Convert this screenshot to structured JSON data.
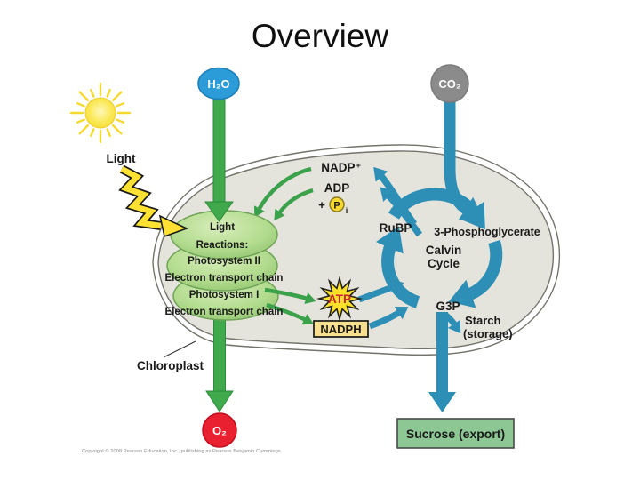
{
  "slide": {
    "title": "Overview",
    "copyright": "Copyright © 2008 Pearson Education, Inc., publishing as Pearson Benjamin Cummings."
  },
  "labels": {
    "light": "Light",
    "h2o": "H₂O",
    "co2": "CO₂",
    "o2": "O₂",
    "chloroplast": "Chloroplast",
    "nadp": "NADP⁺",
    "adp": "ADP",
    "plus": "+",
    "phosphate": "P",
    "phosphate_sub": "i",
    "atp": "ATP",
    "nadph": "NADPH",
    "rubp": "RuBP",
    "phosphoglycerate": "3-Phosphoglycerate",
    "calvin_line1": "Calvin",
    "calvin_line2": "Cycle",
    "g3p": "G3P",
    "starch_line1": "Starch",
    "starch_line2": "(storage)",
    "sucrose": "Sucrose (export)"
  },
  "light_reactions": {
    "line1": "Light",
    "line2": "Reactions:",
    "line3": "Photosystem II",
    "line4": "Electron transport chain",
    "line5": "Photosystem I",
    "line6": "Electron transport chain"
  },
  "colors": {
    "green_arrow": "#3FA94C",
    "teal_arrow": "#2E8FB6",
    "h2o_blue": "#2B9CD8",
    "co2_gray": "#8B8B8B",
    "o2_red": "#E8202F",
    "atp_text_red": "#C9232B",
    "starburst_yellow": "#FFE12B",
    "nadph_box_yellow": "#F8DF8D",
    "sucrose_green": "#8CC794",
    "chloroplast_fill": "#E5E4DC",
    "thylakoid_green": "#9ACD77",
    "sun_yellow": "#F7DE34"
  }
}
